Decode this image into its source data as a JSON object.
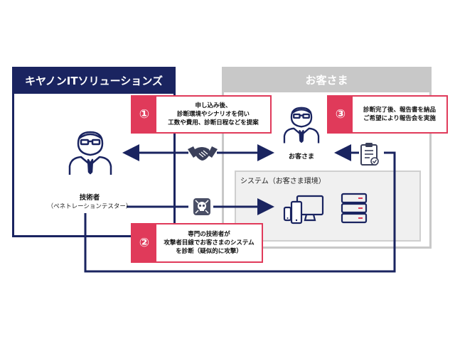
{
  "company": {
    "title": "キヤノンITソリューションズ"
  },
  "customer": {
    "title": "お客さま",
    "person_label": "お客さま"
  },
  "engineer": {
    "label": "技術者",
    "sublabel": "（ペネトレーションテスター）"
  },
  "system": {
    "label": "システム（お客さま環境）"
  },
  "steps": [
    {
      "number": "①",
      "text": "申し込み後、\n診断環境やシナリオを伺い\n工数や費用、診断日程などを提案"
    },
    {
      "number": "②",
      "text": "専門の技術者が\n攻撃者目線でお客さまのシステム\nを診断（疑似的に攻撃）"
    },
    {
      "number": "③",
      "text": "診断完了後、報告書を納品\nご希望により報告会を実施"
    }
  ],
  "icons": {
    "engineer": "engineer-person-icon",
    "customer": "customer-person-icon",
    "handshake": "handshake-icon",
    "attack": "skull-virus-icon",
    "report": "report-clipboard-icon",
    "devices": "devices-icon",
    "server": "server-icon"
  },
  "colors": {
    "navy": "#1a2460",
    "accent": "#e03a5a",
    "panel_gray": "#c8c8c8"
  }
}
